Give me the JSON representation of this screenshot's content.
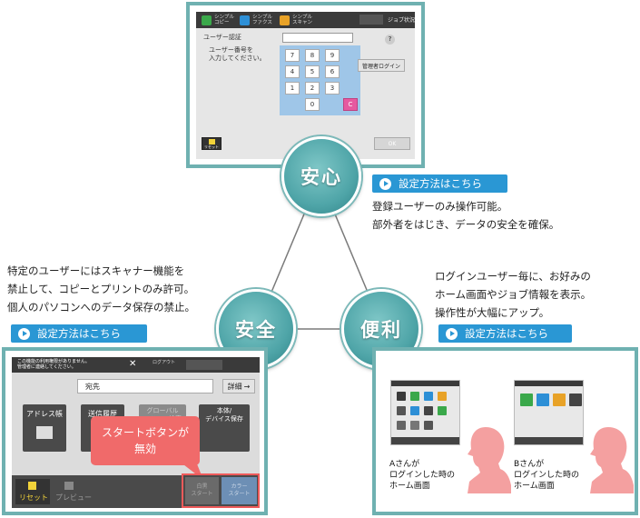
{
  "circles": {
    "anshin": "安心",
    "anzen": "安全",
    "benri": "便利"
  },
  "link_label": "設定方法はこちら",
  "descriptions": {
    "anshin": [
      "登録ユーザーのみ操作可能。",
      "部外者をはじき、データの安全を確保。"
    ],
    "anzen": [
      "特定のユーザーにはスキャナー機能を",
      "禁止して、コピーとプリントのみ許可。",
      "個人のパソコンへのデータ保存の禁止。"
    ],
    "benri": [
      "ログインユーザー毎に、お好みの",
      "ホーム画面やジョブ情報を表示。",
      "操作性が大幅にアップ。"
    ]
  },
  "top_screen": {
    "modes": [
      "シンプル\nコピー",
      "シンプル\nファクス",
      "シンプル\nスキャン"
    ],
    "status_label": "ジョブ状況",
    "title": "ユーザー認証",
    "prompt": "ユーザー番号を\n入力してください。",
    "keys": [
      "7",
      "8",
      "9",
      "4",
      "5",
      "6",
      "1",
      "2",
      "3",
      "0"
    ],
    "clear_key": "C",
    "help": "?",
    "admin_login": "管理者ログイン",
    "ok": "OK",
    "reset": "リセット"
  },
  "left_screen": {
    "notice": "この機能の利用権限がありません。\n管理者に連絡してください。",
    "logout": "ログアウト",
    "destination": "宛先",
    "detail": "詳細",
    "tiles": [
      "アドレス帳",
      "送信履歴",
      "グローバル\nアドレス検索",
      "本体/\nデバイス保存"
    ],
    "callout": "スタートボタンが\n無効",
    "reset": "リセット",
    "preview": "プレビュー",
    "mono_start": "白黒\nスタート",
    "color_start": "カラー\nスタート"
  },
  "right_screen": {
    "caption_a": "Aさんが\nログインした時の\nホーム画面",
    "caption_b": "Bさんが\nログインした時の\nホーム画面"
  },
  "colors": {
    "teal": "#6fb1b1",
    "link_blue": "#2a97d4",
    "callout_red": "#f06a6a",
    "silhouette": "#f4a0a0"
  }
}
